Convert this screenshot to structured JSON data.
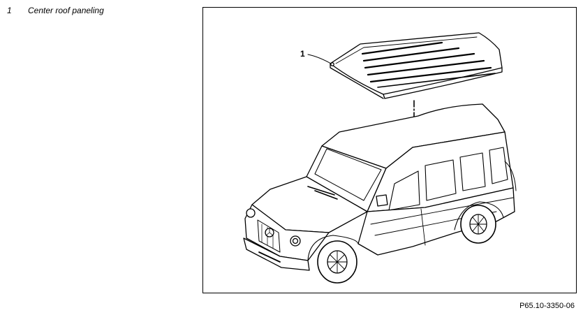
{
  "legend": {
    "items": [
      {
        "number": "1",
        "label": "Center roof paneling"
      }
    ]
  },
  "figure": {
    "callouts": [
      {
        "number": "1"
      }
    ],
    "code": "P65.10-3350-06"
  }
}
